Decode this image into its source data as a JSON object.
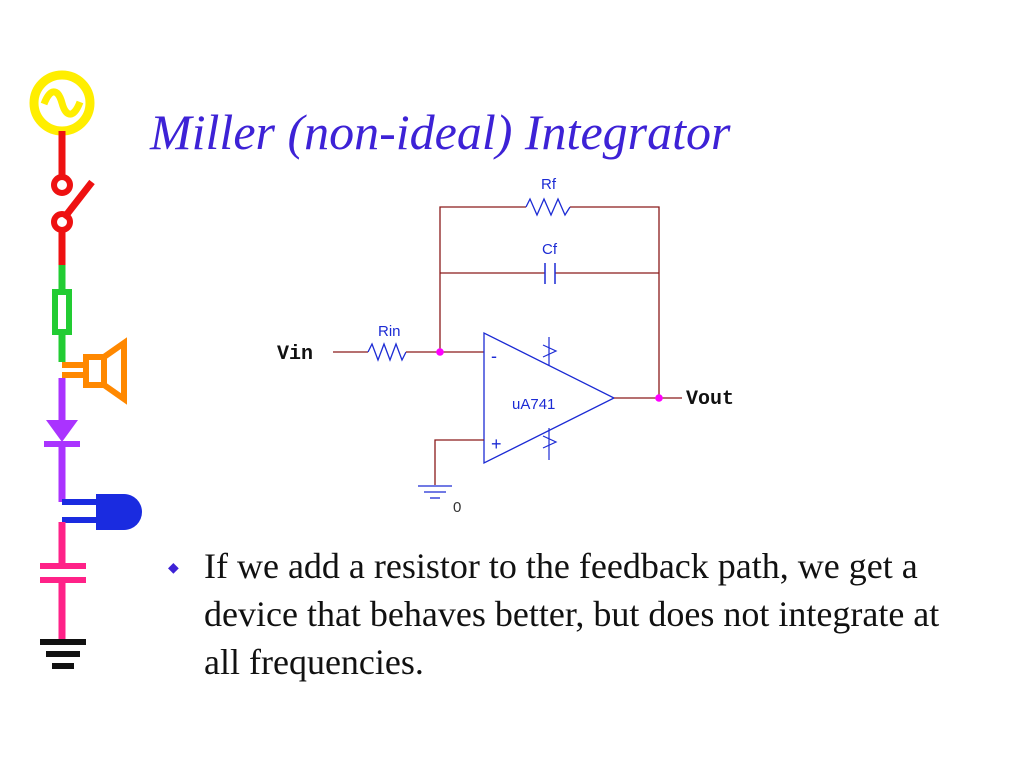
{
  "slide": {
    "title": "Miller (non-ideal) Integrator",
    "bullets": [
      "If we add a resistor to the feedback path, we get a device that behaves better, but does not integrate at all frequencies."
    ]
  },
  "circuit": {
    "labels": {
      "rf": "Rf",
      "cf": "Cf",
      "rin": "Rin",
      "opamp": "uA741",
      "vin": "Vin",
      "vout": "Vout",
      "minus": "-",
      "plus": "+",
      "ground": "0"
    }
  },
  "colors": {
    "title": "#3d22d6",
    "wire": "#8a1a1a",
    "component": "#1c2bd4",
    "node": "#ff00ff"
  }
}
